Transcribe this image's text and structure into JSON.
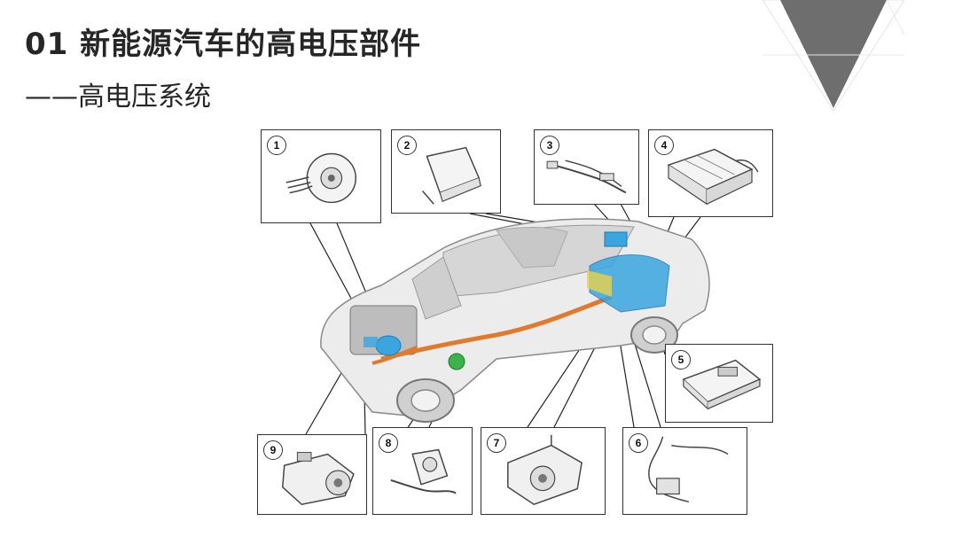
{
  "slide": {
    "title": "01 新能源汽车的高电压部件",
    "subtitle": "——高电压系统"
  },
  "components": [
    {
      "label": "1"
    },
    {
      "label": "2"
    },
    {
      "label": "3"
    },
    {
      "label": "4"
    },
    {
      "label": "5"
    },
    {
      "label": "6"
    },
    {
      "label": "7"
    },
    {
      "label": "8"
    },
    {
      "label": "9"
    }
  ],
  "colors": {
    "title_text": "#262626",
    "deco_triangle": "#6e6e6e",
    "hv_cable": "#e07a2c",
    "battery_highlight": "#3aa6e0",
    "charge_port": "#3bb24a"
  }
}
